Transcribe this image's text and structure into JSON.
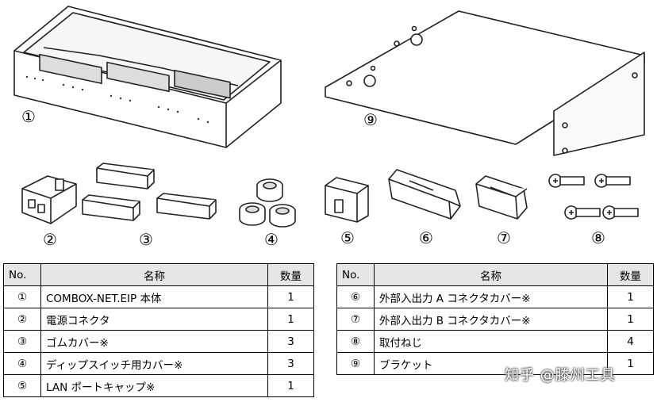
{
  "labels": {
    "p1": "①",
    "p2": "②",
    "p3": "③",
    "p4": "④",
    "p5": "⑤",
    "p6": "⑥",
    "p7": "⑦",
    "p8": "⑧",
    "p9": "⑨"
  },
  "table_left": {
    "headers": {
      "no": "No.",
      "name": "名称",
      "qty": "数量"
    },
    "rows": [
      {
        "no": "①",
        "name": "COMBOX-NET.EIP 本体",
        "qty": "1"
      },
      {
        "no": "②",
        "name": "電源コネクタ",
        "qty": "1"
      },
      {
        "no": "③",
        "name": "ゴムカバー※",
        "qty": "3"
      },
      {
        "no": "④",
        "name": "ディップスイッチ用カバー※",
        "qty": "3"
      },
      {
        "no": "⑤",
        "name": "LAN ポートキャップ※",
        "qty": "1"
      }
    ]
  },
  "table_right": {
    "headers": {
      "no": "No.",
      "name": "名称",
      "qty": "数量"
    },
    "rows": [
      {
        "no": "⑥",
        "name": "外部入出力 A コネクタカバー※",
        "qty": "1"
      },
      {
        "no": "⑦",
        "name": "外部入出力 B コネクタカバー※",
        "qty": "1"
      },
      {
        "no": "⑧",
        "name": "取付ねじ",
        "qty": "4"
      },
      {
        "no": "⑨",
        "name": "ブラケット",
        "qty": "1"
      }
    ]
  },
  "watermark": "知乎 @滕州工具"
}
